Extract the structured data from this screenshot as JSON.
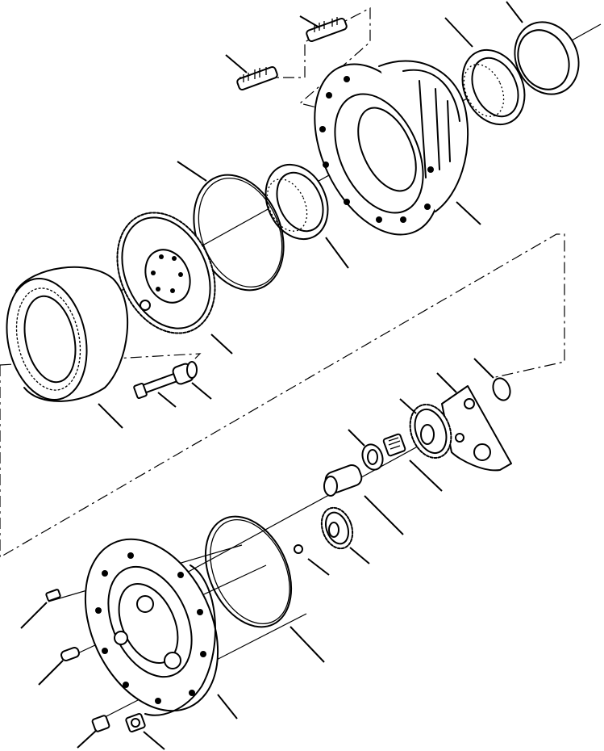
{
  "figure": {
    "kind": "exploded-parts-diagram",
    "callouts_labeled": false,
    "line_color": "#000000",
    "background": "#ffffff"
  },
  "parts": [
    {
      "id": "stud-upper",
      "icon": "threaded-stud"
    },
    {
      "id": "stud-lower",
      "icon": "threaded-stud"
    },
    {
      "id": "seal-ring",
      "icon": "oil-seal"
    },
    {
      "id": "bearing-outer",
      "icon": "roller-bearing"
    },
    {
      "id": "hub-housing",
      "icon": "wheel-hub"
    },
    {
      "id": "bearing-inner",
      "icon": "roller-bearing"
    },
    {
      "id": "snap-ring-large",
      "icon": "snap-ring"
    },
    {
      "id": "tone-ring",
      "icon": "toothed-ring"
    },
    {
      "id": "ring-gear",
      "icon": "internal-ring-gear"
    },
    {
      "id": "bolt",
      "icon": "bolt"
    },
    {
      "id": "spacer",
      "icon": "spacer"
    },
    {
      "id": "retaining-ring-small",
      "icon": "snap-ring"
    },
    {
      "id": "planet-carrier-plate",
      "icon": "carrier-plate"
    },
    {
      "id": "planet-gear",
      "icon": "spur-gear"
    },
    {
      "id": "needle-rollers",
      "icon": "needle-bearing"
    },
    {
      "id": "thrust-washer",
      "icon": "washer"
    },
    {
      "id": "planet-shaft",
      "icon": "pin"
    },
    {
      "id": "sun-gear",
      "icon": "spur-gear"
    },
    {
      "id": "ball",
      "icon": "ball"
    },
    {
      "id": "o-ring",
      "icon": "o-ring"
    },
    {
      "id": "cover-screw",
      "icon": "screw"
    },
    {
      "id": "dowel-pin",
      "icon": "pin"
    },
    {
      "id": "cover-housing",
      "icon": "planetary-cover"
    },
    {
      "id": "plug",
      "icon": "plug"
    },
    {
      "id": "drain-plug",
      "icon": "plug"
    }
  ]
}
